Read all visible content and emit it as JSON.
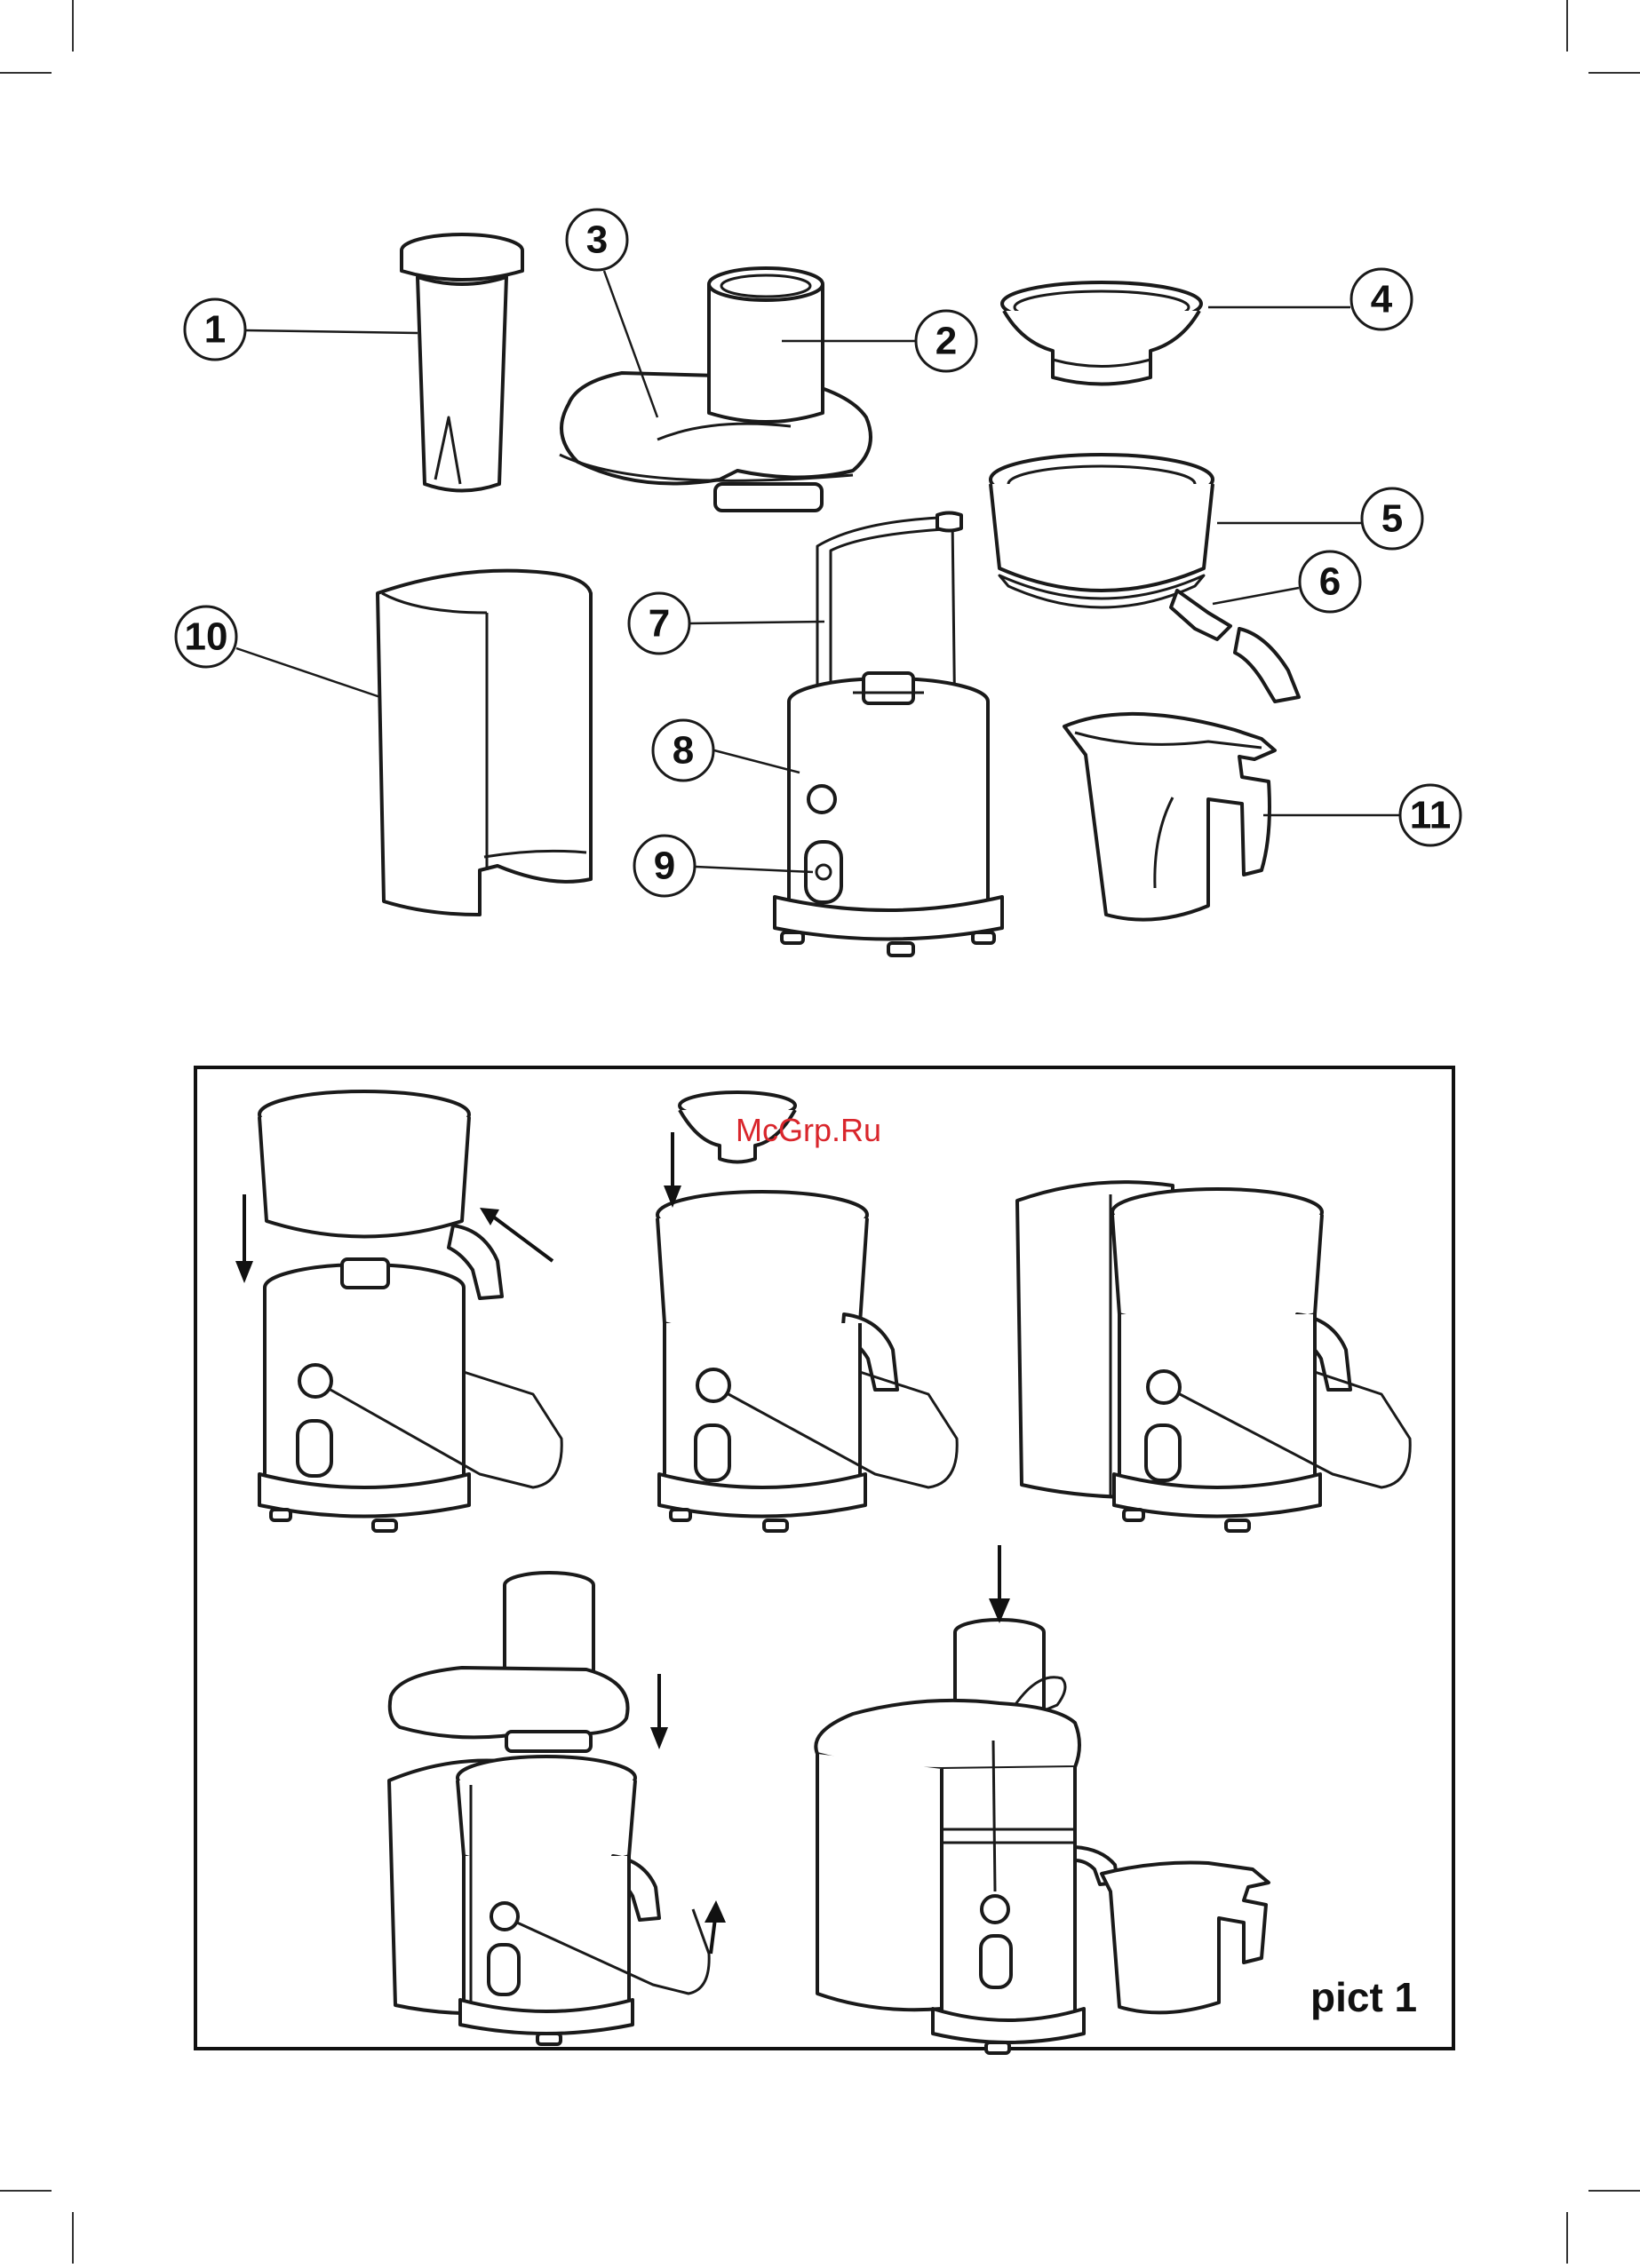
{
  "callouts": [
    {
      "id": "1",
      "label": "1"
    },
    {
      "id": "2",
      "label": "2"
    },
    {
      "id": "3",
      "label": "3"
    },
    {
      "id": "4",
      "label": "4"
    },
    {
      "id": "5",
      "label": "5"
    },
    {
      "id": "6",
      "label": "6"
    },
    {
      "id": "7",
      "label": "7"
    },
    {
      "id": "8",
      "label": "8"
    },
    {
      "id": "9",
      "label": "9"
    },
    {
      "id": "10",
      "label": "10"
    },
    {
      "id": "11",
      "label": "11"
    }
  ],
  "figure_label": "pict 1",
  "watermark": {
    "text": "McGrp.Ru",
    "color": "#d9262c"
  },
  "colors": {
    "line": "#1a1a1a",
    "background": "#ffffff"
  }
}
